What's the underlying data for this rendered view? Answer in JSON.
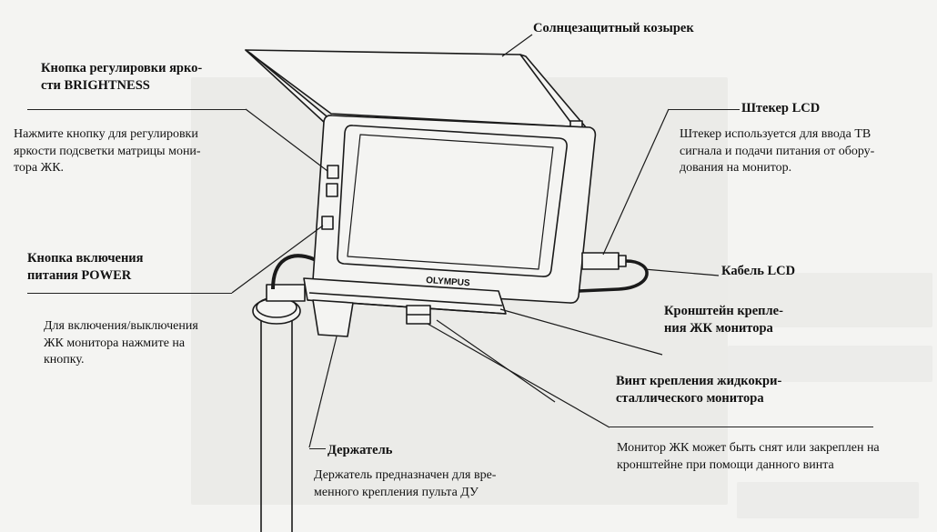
{
  "sun_visor": {
    "label": "Солнцезащитный козырек"
  },
  "brightness_button": {
    "label": "Кнопка регулировки ярко-\nсти  BRIGHTNESS",
    "description": "Нажмите кнопку для регулировки\nяркости подсветки  матрицы мони-\nтора ЖК."
  },
  "lcd_plug": {
    "label": "Штекер LCD",
    "description": "Штекер используется для ввода ТВ\nсигнала и подачи питания  от обору-\nдования на монитор."
  },
  "power_button": {
    "label": "Кнопка включения\nпитания POWER",
    "description": "Для включения/выключения\nЖК монитора нажмите на\nкнопку."
  },
  "lcd_cable": {
    "label": "Кабель LCD"
  },
  "monitor_bracket": {
    "label": "Кронштейн крепле-\nния ЖК монитора"
  },
  "monitor_screw": {
    "label": "Винт крепления жидкокри-\nсталлического монитора",
    "description": "Монитор ЖК может  быть снят или  закреплен на\nкронштейне при помощи данного винта"
  },
  "holder": {
    "label": "Держатель",
    "description": "Держатель предназначен для вре-\nменного крепления пульта ДУ"
  },
  "device": {
    "brand": "OLYMPUS"
  }
}
